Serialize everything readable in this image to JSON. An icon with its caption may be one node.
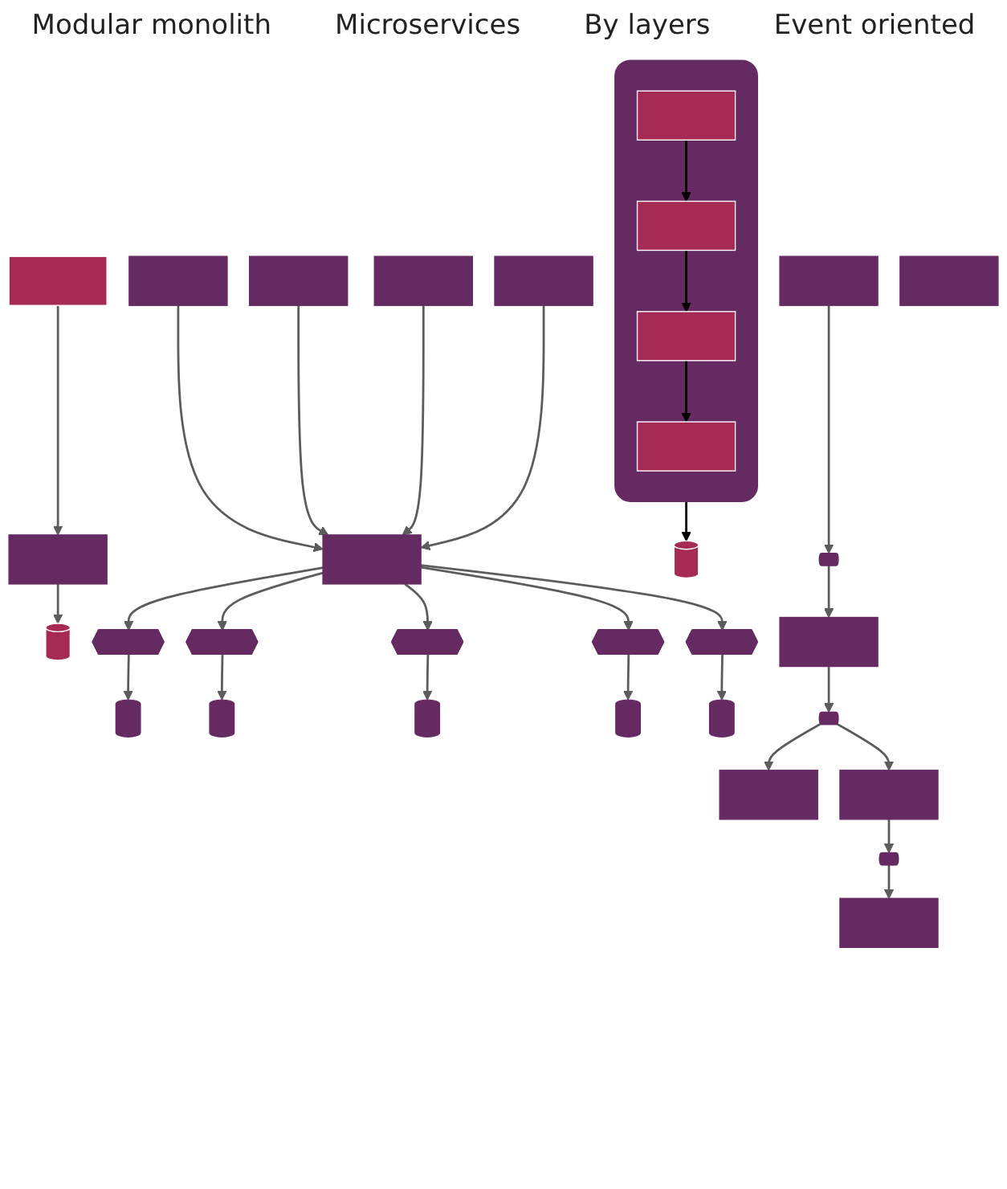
{
  "diagram": {
    "nodes": [
      {
        "text": [],
        "shape": "box"
      },
      {
        "text": [],
        "shape": "box"
      },
      {
        "text": [],
        "shape": "cylinder"
      },
      {
        "text": [],
        "shape": "box"
      },
      {
        "text": [],
        "shape": "box"
      },
      {
        "text": [],
        "shape": "box"
      },
      {
        "text": [],
        "shape": "box"
      },
      {
        "text": [],
        "shape": "box"
      },
      {
        "text": [],
        "shape": "hexagon"
      },
      {
        "text": [],
        "shape": "hexagon"
      },
      {
        "text": [],
        "shape": "hexagon"
      },
      {
        "text": [],
        "shape": "hexagon"
      },
      {
        "text": [],
        "shape": "hexagon"
      },
      {
        "text": [],
        "shape": "cylinder"
      },
      {
        "text": [],
        "shape": "cylinder"
      },
      {
        "text": [],
        "shape": "cylinder"
      },
      {
        "text": [],
        "shape": "cylinder"
      },
      {
        "text": [],
        "shape": "cylinder"
      },
      {
        "text": [],
        "shape": "box"
      },
      {
        "text": [],
        "shape": "box",
        "in": 18
      },
      {
        "text": [],
        "shape": "box",
        "in": 18
      },
      {
        "text": [],
        "shape": "box",
        "in": 18
      },
      {
        "text": [],
        "shape": "box",
        "in": 18
      },
      {
        "text": [],
        "shape": "cylinder"
      },
      {
        "text": [],
        "shape": "box"
      },
      {
        "text": [],
        "shape": "tube"
      },
      {
        "text": [],
        "shape": "box"
      },
      {
        "text": [],
        "shape": "box"
      },
      {
        "text": [],
        "shape": "tube"
      },
      {
        "text": [],
        "shape": "box"
      },
      {
        "text": [],
        "shape": "box"
      },
      {
        "text": [],
        "shape": "tube"
      },
      {
        "text": [],
        "shape": "box"
      }
    ],
    "edges": [
      {
        "from": 0,
        "to": 1,
        "arrow": "to"
      },
      {
        "from": 1,
        "to": 2,
        "arrow": "to"
      },
      {
        "from": 3,
        "to": 7,
        "arrow": "to"
      },
      {
        "from": 4,
        "to": 7,
        "arrow": "to"
      },
      {
        "from": 5,
        "to": 7,
        "arrow": "to"
      },
      {
        "from": 6,
        "to": 7,
        "arrow": "to"
      },
      {
        "from": 7,
        "to": 8,
        "arrow": "to"
      },
      {
        "from": 7,
        "to": 9,
        "arrow": "to"
      },
      {
        "from": 7,
        "to": 10,
        "arrow": "to"
      },
      {
        "from": 7,
        "to": 11,
        "arrow": "to"
      },
      {
        "from": 7,
        "to": 12,
        "arrow": "to"
      },
      {
        "from": 8,
        "to": 13,
        "arrow": "to"
      },
      {
        "from": 9,
        "to": 14,
        "arrow": "to"
      },
      {
        "from": 10,
        "to": 15,
        "arrow": "to"
      },
      {
        "from": 11,
        "to": 16,
        "arrow": "to"
      },
      {
        "from": 12,
        "to": 17,
        "arrow": "to"
      },
      {
        "from": 19,
        "to": 20,
        "arrow": "to",
        "color": "#000000"
      },
      {
        "from": 20,
        "to": 21,
        "arrow": "to",
        "color": "#000000"
      },
      {
        "from": 21,
        "to": 22,
        "arrow": "to",
        "color": "#000000"
      },
      {
        "from": 18,
        "to": 23,
        "arrow": "to",
        "color": "#000000"
      },
      {
        "from": 24,
        "to": 25,
        "arrow": "to"
      },
      {
        "from": 25,
        "to": 26,
        "arrow": "to"
      },
      {
        "from": 26,
        "to": 28,
        "arrow": "to"
      },
      {
        "from": 28,
        "to": 29,
        "arrow": "to"
      },
      {
        "from": 28,
        "to": 30,
        "arrow": "to"
      },
      {
        "from": 30,
        "to": 31,
        "arrow": "to"
      },
      {
        "from": 31,
        "to": 32,
        "arrow": "to"
      }
    ],
    "labels": [
      "Modular monolith",
      "Microservices",
      "By layers",
      "Event oriented"
    ]
  }
}
